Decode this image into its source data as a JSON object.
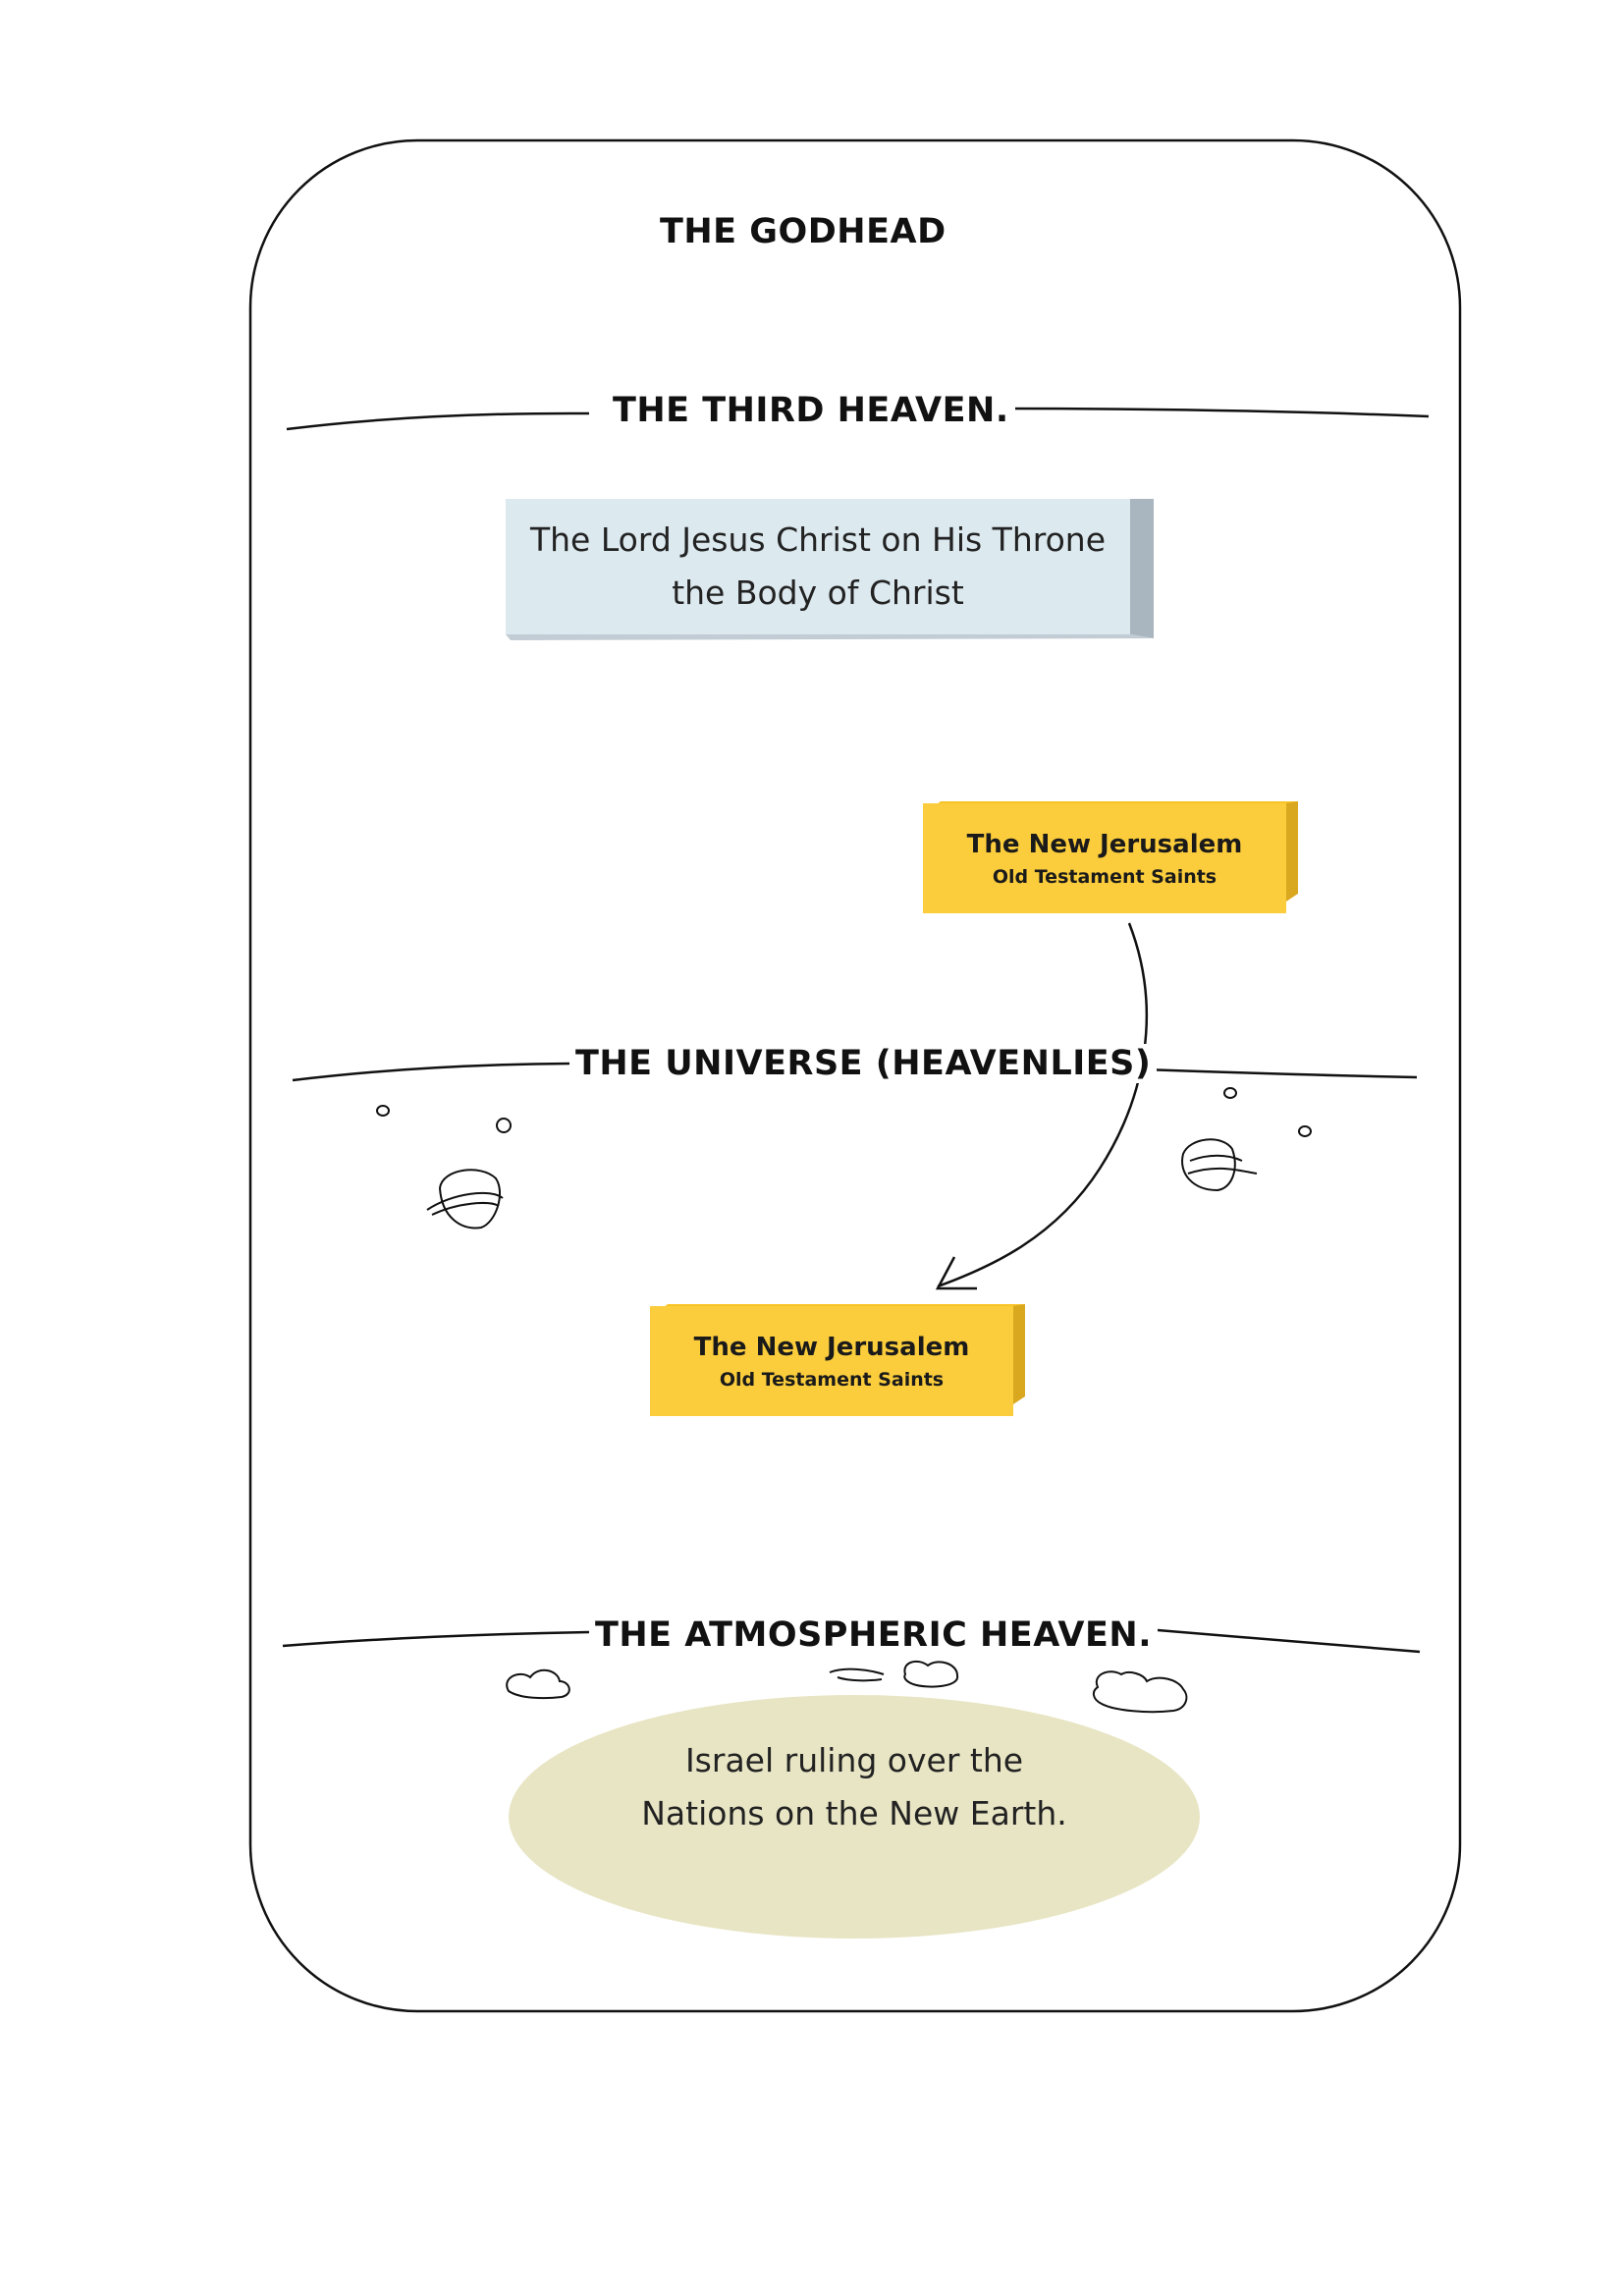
{
  "title": "THE GODHEAD",
  "levels": {
    "third_heaven": "THE THIRD HEAVEN.",
    "universe": "THE UNIVERSE (HEAVENLIES)",
    "atmospheric": "THE ATMOSPHERIC HEAVEN."
  },
  "throne_box": {
    "line1": "The Lord Jesus Christ on His Throne",
    "line2": "the Body of Christ"
  },
  "new_jerusalem_upper": {
    "title": "The New Jerusalem",
    "subtitle": "Old Testament Saints"
  },
  "new_jerusalem_lower": {
    "title": "The New Jerusalem",
    "subtitle": "Old Testament Saints"
  },
  "earth_ellipse": {
    "line1": "Israel ruling over the",
    "line2": "Nations on the New Earth."
  },
  "colors": {
    "throne_fill": "#dce9ef",
    "box_fill": "#fbcd3c",
    "ellipse_fill": "#e8e5c4"
  }
}
